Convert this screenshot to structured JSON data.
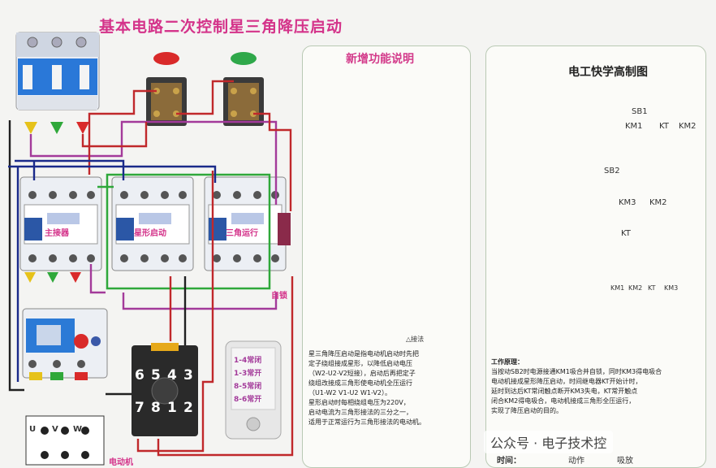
{
  "title": "基本电路二次控制星三角降压启动",
  "colors": {
    "title_pink": "#d4338a",
    "wire_red": "#c0282b",
    "wire_blue": "#1a2a8a",
    "wire_purple": "#a33a9a",
    "wire_green": "#2fa83a",
    "wire_black": "#202020",
    "contactor_blue": "#2b57a6",
    "breaker_blue": "#2a78d8",
    "button_red": "#d92a2a",
    "button_green": "#2fa84a"
  },
  "components": {
    "contactor_labels": [
      "主接器",
      "星形启动",
      "三角运行"
    ],
    "green_box_label": "自锁",
    "motor_label": "电动机",
    "motor_terminals": [
      "U",
      "V",
      "W"
    ],
    "relay_numbers_top": [
      "6",
      "5",
      "4",
      "3"
    ],
    "relay_numbers_bottom": [
      "7",
      "8",
      "1",
      "2"
    ],
    "legend_lines": [
      "1-4常闭",
      "1-3常开",
      "8-5常闭",
      "8-6常开"
    ]
  },
  "panel_function": {
    "title": "新增功能说明",
    "delta_label": "△接法",
    "text_lines": [
      "星三角降压启动是指电动机启动时先把",
      "定子绕组接成星形，以降低启动电压",
      "（W2-U2-V2短接），启动后再把定子",
      "绕组改接成三角形使电动机全压运行",
      "（U1-W2  V1-U2  W1-V2）。",
      "星形启动时每相绕组电压为220V，",
      "启动电流为三角形接法的三分之一，",
      "适用于正常运行为三角形接法的电动机。"
    ]
  },
  "panel_schematic": {
    "title": "电工快学高制图",
    "labels": [
      "SB1",
      "KM1",
      "KT",
      "KM2",
      "SB2",
      "KM3",
      "KM2",
      "KT",
      "KM1",
      "KM2",
      "KT",
      "KM3"
    ],
    "work_principle_title": "工作原理：",
    "work_principle_lines": [
      "当按动SB2时电源接通KM1吸合并自锁，同时KM3得电吸合",
      "电动机接成星形降压启动，时间继电器KT开始计时，",
      "延时到达后KT常闭触点断开KM3失电，KT常开触点",
      "闭合KM2得电吸合，电动机接成三角形全压运行，",
      "实现了降压启动的目的。"
    ],
    "time_label": "时间：",
    "legend": [
      "动作",
      "吸放"
    ]
  },
  "watermark": "公众号 · 电子技术控"
}
